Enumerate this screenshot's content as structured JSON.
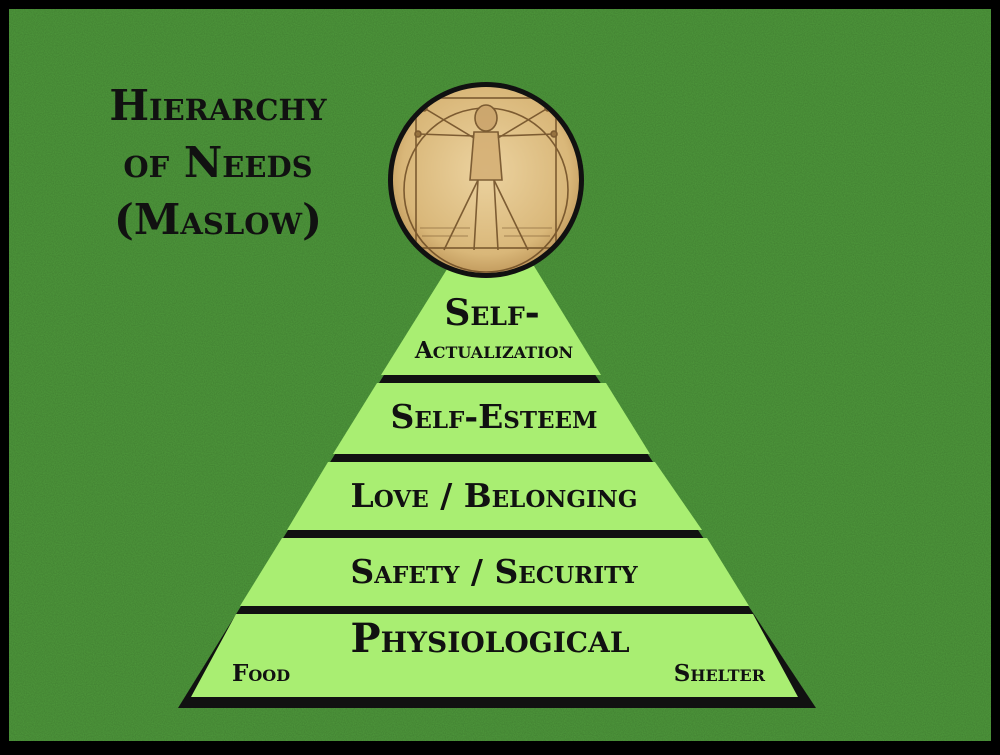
{
  "title": {
    "line1": "Hierarchy",
    "line2": "of Needs",
    "line3": "(Maslow)"
  },
  "pyramid": {
    "levels": [
      {
        "label": "Self-",
        "sublabel": "Actualization"
      },
      {
        "label": "Self-Esteem"
      },
      {
        "label": "Love / Belonging"
      },
      {
        "label": "Safety / Security"
      },
      {
        "label": "Physiological",
        "left_note": "Food",
        "right_note": "Shelter"
      }
    ]
  },
  "apex_image": {
    "icon": "vitruvian-man-icon"
  },
  "colors": {
    "background": "#4f9a3c",
    "level_fill": "#a9ee72",
    "outline": "#111111",
    "parchment": "#e2c58f"
  }
}
